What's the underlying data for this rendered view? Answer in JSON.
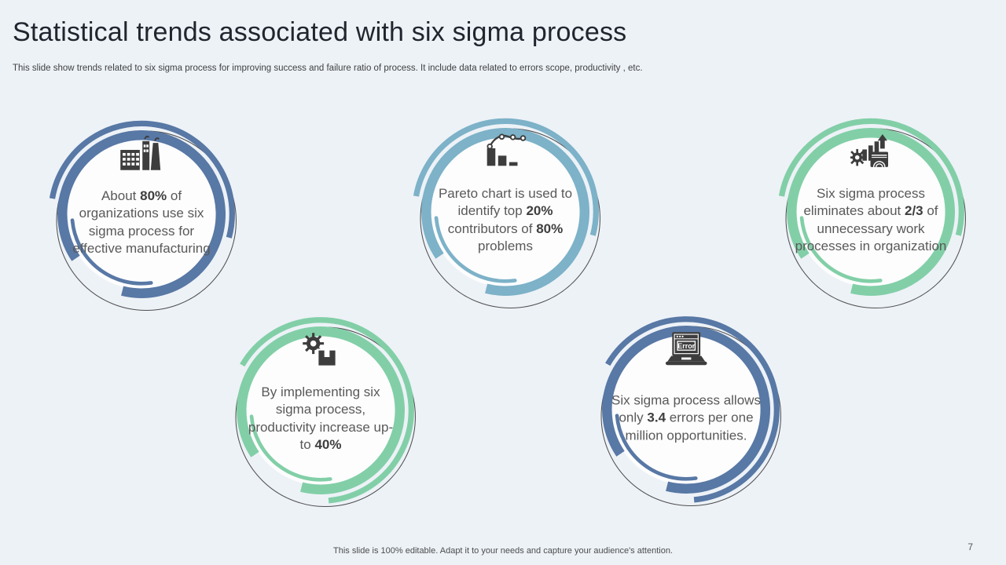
{
  "slide": {
    "title": "Statistical trends associated with six sigma process",
    "subtitle": "This slide show trends related to six sigma process for improving success and failure ratio of process. It include data related to errors scope, productivity , etc.",
    "footer_note": "This slide is 100% editable. Adapt it to your needs and capture your audience's attention.",
    "page_number": "7"
  },
  "colors": {
    "background": "#edf2f7",
    "blue": "#5878a5",
    "teal": "#7db2c8",
    "green": "#82cfa7",
    "icon": "#3d3d3d",
    "ring_outline": "#4f4f4f"
  },
  "icons": {
    "laptop_screen_label": "Error"
  },
  "badges": [
    {
      "id": "organizations",
      "icon": "factory-icon",
      "color": "blue",
      "segments": [
        {
          "t": "About ",
          "b": false
        },
        {
          "t": "80%",
          "b": true
        },
        {
          "t": " of organizations use six sigma process for effective manufacturing",
          "b": false
        }
      ]
    },
    {
      "id": "pareto",
      "icon": "pareto-chart-icon",
      "color": "teal",
      "segments": [
        {
          "t": "Pareto chart is used to identify top ",
          "b": false
        },
        {
          "t": "20%",
          "b": true
        },
        {
          "t": " contributors of ",
          "b": false
        },
        {
          "t": "80%",
          "b": true
        },
        {
          "t": " problems",
          "b": false
        }
      ]
    },
    {
      "id": "eliminate-work",
      "icon": "growth-analytics-icon",
      "color": "green",
      "segments": [
        {
          "t": "Six sigma process eliminates about ",
          "b": false
        },
        {
          "t": "2/3",
          "b": true
        },
        {
          "t": " of unnecessary work processes in organization",
          "b": false
        }
      ]
    },
    {
      "id": "productivity",
      "icon": "gear-box-icon",
      "color": "green",
      "segments": [
        {
          "t": "By implementing six sigma process, productivity increase up-to ",
          "b": false
        },
        {
          "t": "40%",
          "b": true
        }
      ]
    },
    {
      "id": "error-rate",
      "icon": "laptop-error-icon",
      "color": "blue",
      "segments": [
        {
          "t": "Six sigma process allows only ",
          "b": false
        },
        {
          "t": "3.4",
          "b": true
        },
        {
          "t": " errors per one million opportunities.",
          "b": false
        }
      ]
    }
  ]
}
